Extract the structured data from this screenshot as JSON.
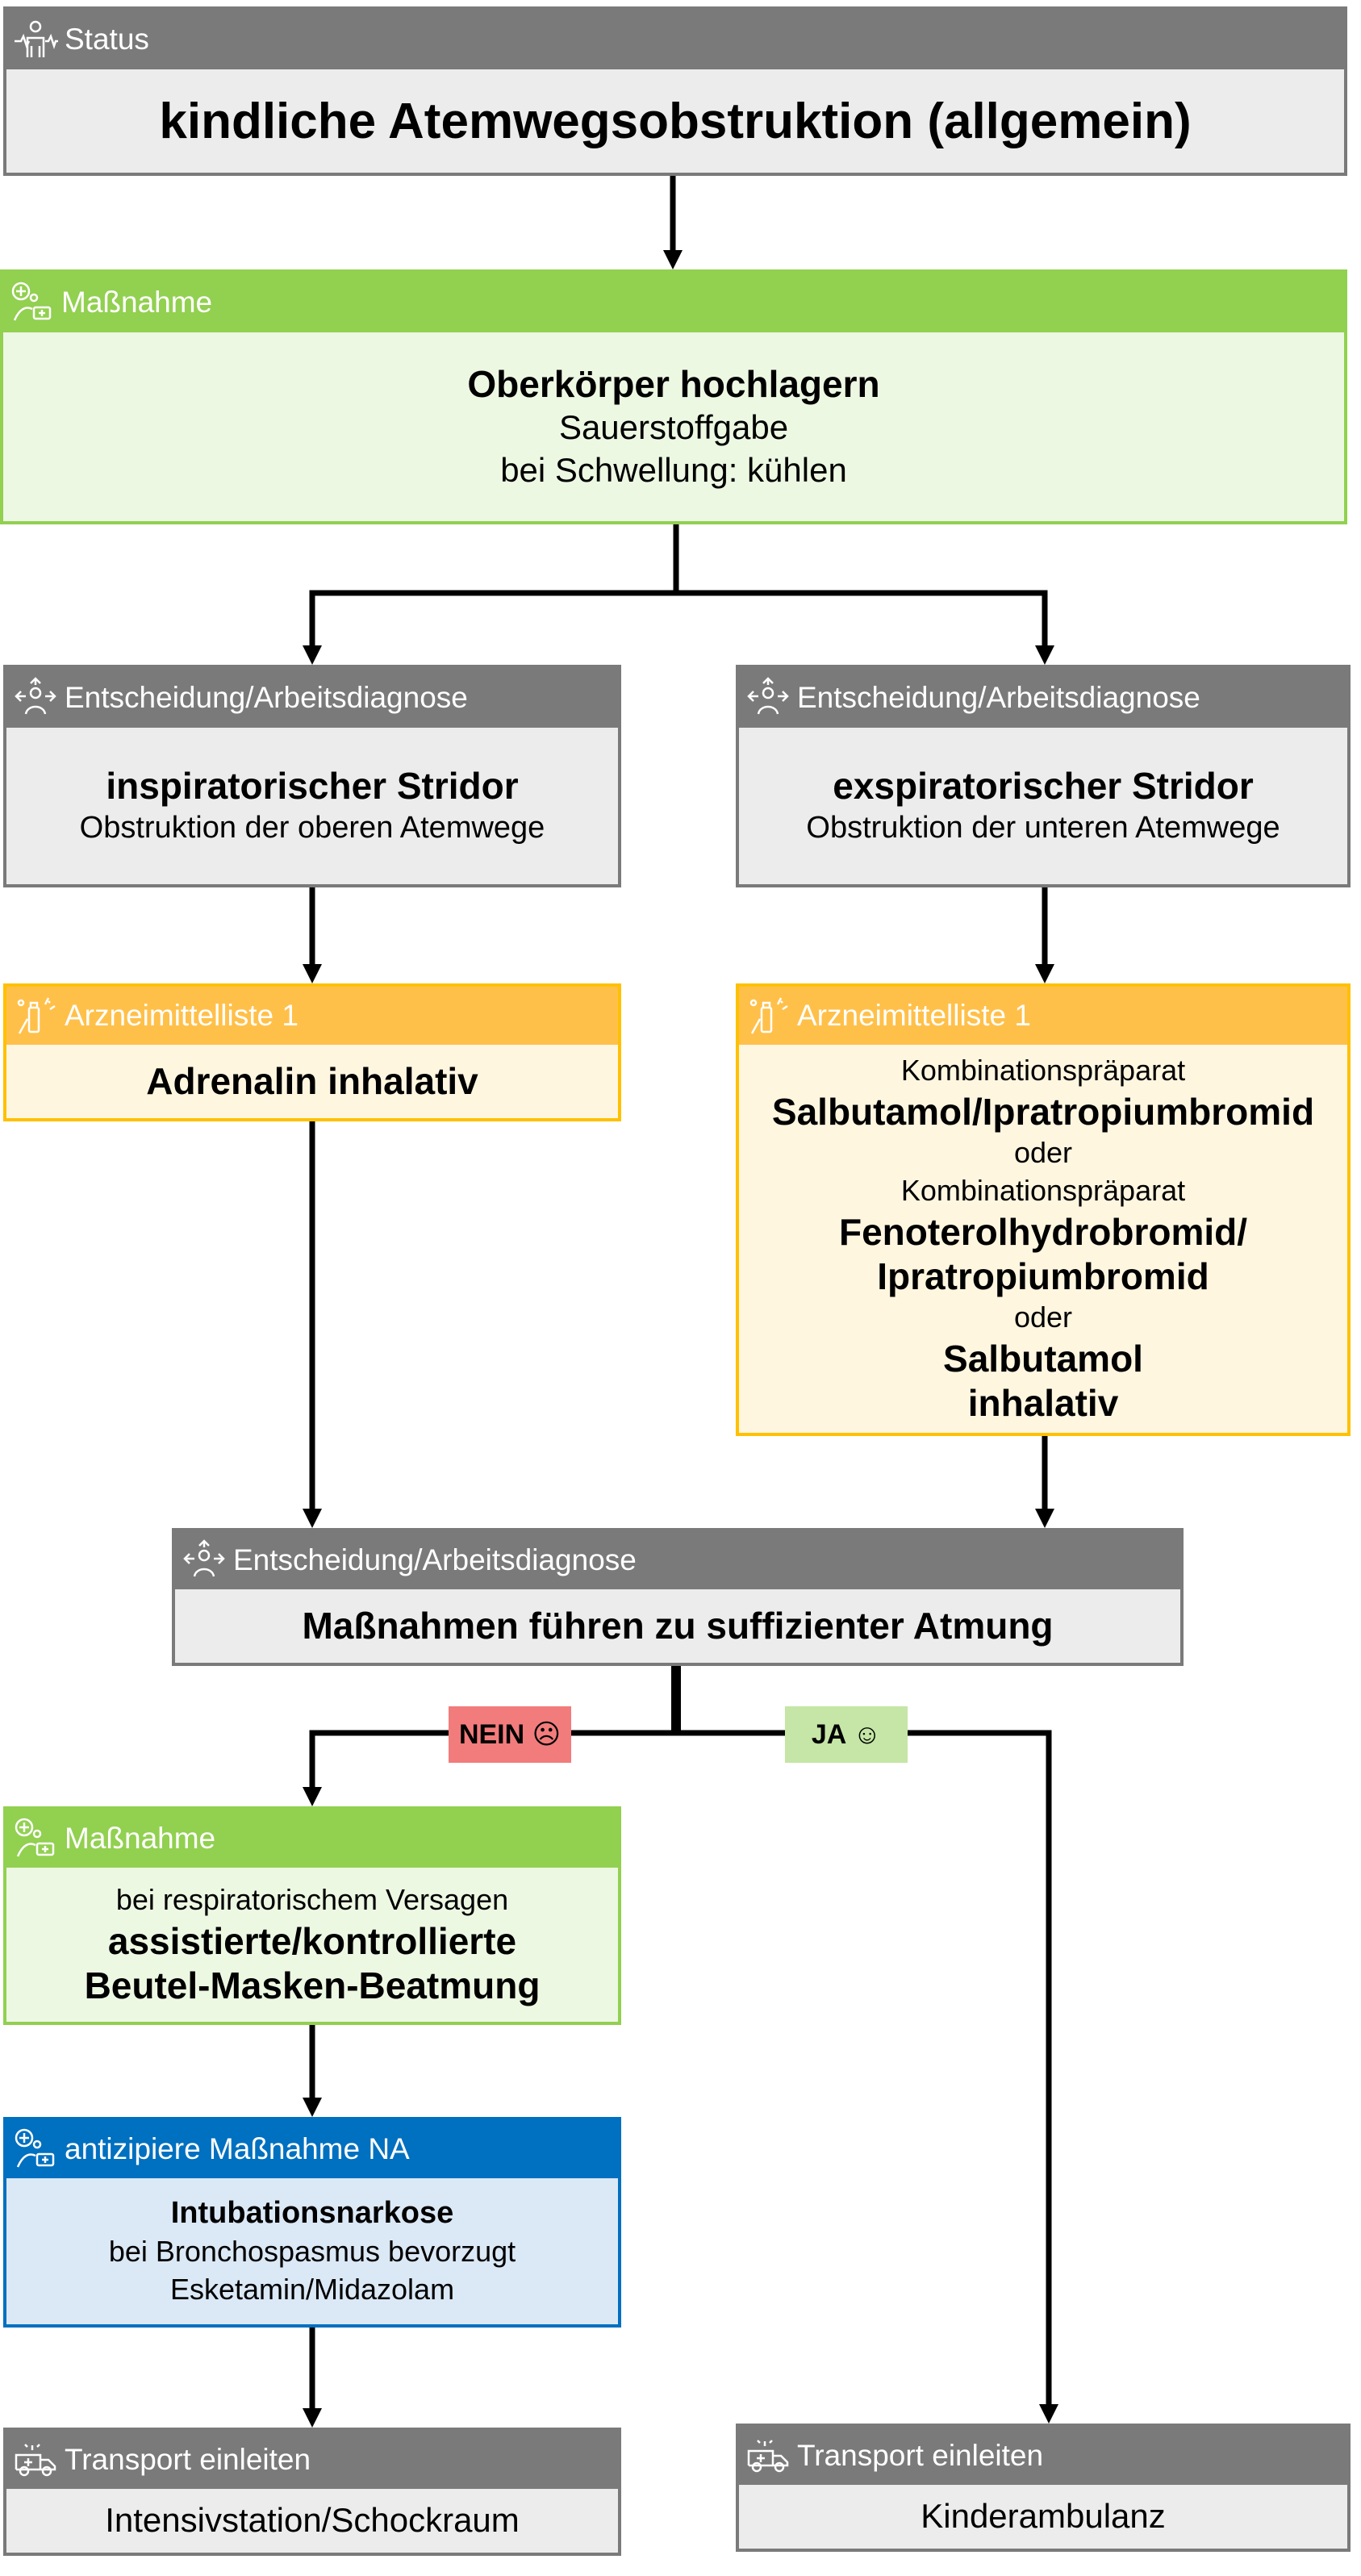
{
  "status": {
    "header": "Status",
    "icon": "person-vitals-icon",
    "title": "kindliche Atemwegsobstruktion (allgemein)"
  },
  "measure1": {
    "header": "Maßnahme",
    "icon": "first-aid-icon",
    "bold": "Oberkörper hochlagern",
    "line2": "Sauerstoffgabe",
    "line3": "bei Schwellung: kühlen"
  },
  "decision_left": {
    "header": "Entscheidung/Arbeitsdiagnose",
    "icon": "decision-person-icon",
    "bold": "inspiratorischer Stridor",
    "sub": "Obstruktion der oberen Atemwege"
  },
  "decision_right": {
    "header": "Entscheidung/Arbeitsdiagnose",
    "icon": "decision-person-icon",
    "bold": "exspiratorischer Stridor",
    "sub": "Obstruktion der unteren Atemwege"
  },
  "drug_left": {
    "header": "Arzneimittelliste 1",
    "icon": "medication-icon",
    "bold": "Adrenalin inhalativ"
  },
  "drug_right": {
    "header": "Arzneimittelliste 1",
    "icon": "medication-icon",
    "l1": "Kombinationspräparat",
    "l2": "Salbutamol/Ipratropiumbromid",
    "l3": "oder",
    "l4": "Kombinationspräparat",
    "l5": "Fenoterolhydrobromid/",
    "l6": "Ipratropiumbromid",
    "l7": "oder",
    "l8": "Salbutamol",
    "l9": "inhalativ"
  },
  "decision_mid": {
    "header": "Entscheidung/Arbeitsdiagnose",
    "icon": "decision-person-icon",
    "bold": "Maßnahmen führen zu suffizienter Atmung"
  },
  "branch": {
    "no_label": "NEIN ☹",
    "yes_label": "JA ☺",
    "no_color": "#f27c7c",
    "yes_color": "#c5e6a6"
  },
  "measure2": {
    "header": "Maßnahme",
    "icon": "first-aid-icon",
    "l1": "bei respiratorischem Versagen",
    "l2": "assistierte/kontrollierte",
    "l3": "Beutel-Masken-Beatmung"
  },
  "na_measure": {
    "header": "antizipiere Maßnahme NA",
    "icon": "first-aid-icon",
    "l1": "Intubationsnarkose",
    "l2": "bei Bronchospasmus bevorzugt",
    "l3": "Esketamin/Midazolam"
  },
  "transport_left": {
    "header": "Transport einleiten",
    "icon": "ambulance-icon",
    "dest": "Intensivstation/Schockraum"
  },
  "transport_right": {
    "header": "Transport einleiten",
    "icon": "ambulance-icon",
    "dest": "Kinderambulanz"
  },
  "colors": {
    "grey": "#7a7a7a",
    "green": "#92d050",
    "orange": "#ffc000",
    "blue": "#0070c0"
  }
}
